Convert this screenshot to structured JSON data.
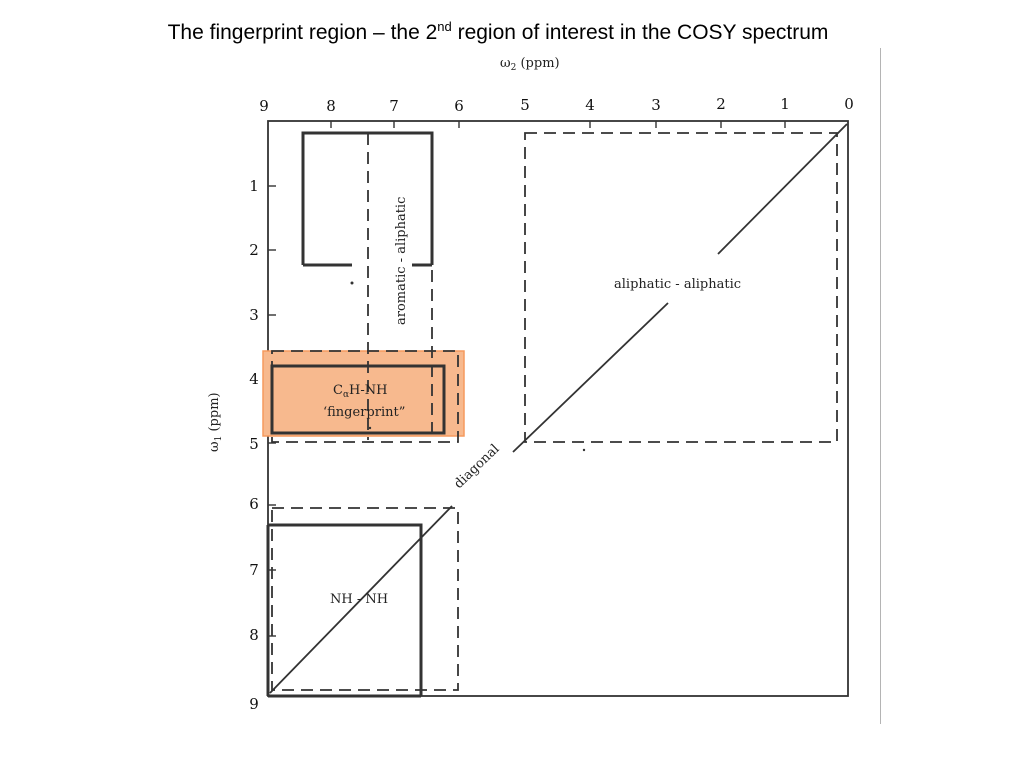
{
  "title": {
    "text_before": "The fingerprint region – the 2",
    "superscript": "nd",
    "text_after": " region of interest in the COSY spectrum"
  },
  "axes": {
    "w2_label_symbol": "ω",
    "w2_label_sub": "2",
    "w2_label_unit": " (ppm)",
    "w1_label_symbol": "ω",
    "w1_label_sub": "1",
    "w1_label_unit": " (ppm)",
    "top_ticks": [
      "9",
      "8",
      "7",
      "6",
      "5",
      "4",
      "3",
      "2",
      "1",
      "0"
    ],
    "left_ticks": [
      "1",
      "2",
      "3",
      "4",
      "5",
      "6",
      "7",
      "8",
      "9"
    ]
  },
  "regions": {
    "aromatic_aliphatic": "aromatic - aliphatic",
    "aliphatic_aliphatic": "aliphatic - aliphatic",
    "fingerprint_line1_base": "C",
    "fingerprint_line1_sub": "α",
    "fingerprint_line1_rest": "H-NH",
    "fingerprint_line2": "‘fingerprint”",
    "nh_nh": "NH - NH",
    "diagonal": "diagonal"
  },
  "colors": {
    "highlight_fill": "#f7b98e",
    "highlight_stroke": "#f59a5e",
    "ink": "#222222"
  }
}
